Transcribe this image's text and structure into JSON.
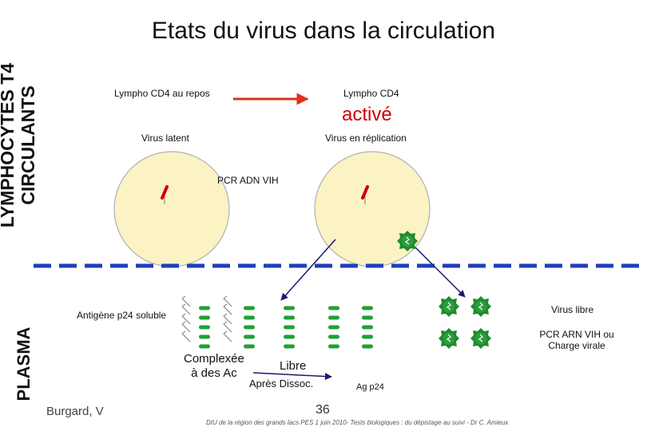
{
  "title": "Etats du virus dans la circulation",
  "side_labels": {
    "top_line1": "LYMPHOCYTES T4",
    "top_line2": "CIRCULANTS",
    "bottom": "PLASMA"
  },
  "labels": {
    "lympho_rest": "Lympho CD4 au repos",
    "lympho_active_line1": "Lympho CD4",
    "lympho_active_line2": "activé",
    "virus_latent": "Virus latent",
    "virus_replication": "Virus en réplication",
    "pcr_adn": "PCR ADN VIH",
    "antigen_p24": "Antigène p24 soluble",
    "virus_libre": "Virus libre",
    "pcr_arn_line1": "PCR ARN VIH ou",
    "pcr_arn_line2": "Charge virale",
    "complexee_line1": "Complexée",
    "complexee_line2": "à des Ac",
    "libre": "Libre",
    "apres_dissoc": "Après Dissoc.",
    "ag_p24": "Ag p24",
    "author": "Burgard, V",
    "page_number": "36",
    "footer": "DIU de la région des grands lacs PES 1 juin 2010- Tests biologiques : du dépistage au suivi - Dr C. Amieux"
  },
  "colors": {
    "cell_fill": "#fbf3c4",
    "cell_stroke": "#b0b0b0",
    "membrane_dash": "#1f3fb8",
    "arrow_red": "#e0301e",
    "arrow_dark": "#1a1a6e",
    "virus_green": "#1f8a2e",
    "p24_green": "#22a037",
    "activ_red": "#cc0000"
  },
  "icons": {
    "provirus": "provirus-icon",
    "virus": "virus-particle-icon",
    "antibody": "antibody-icon",
    "p24": "p24-capsule-icon"
  }
}
